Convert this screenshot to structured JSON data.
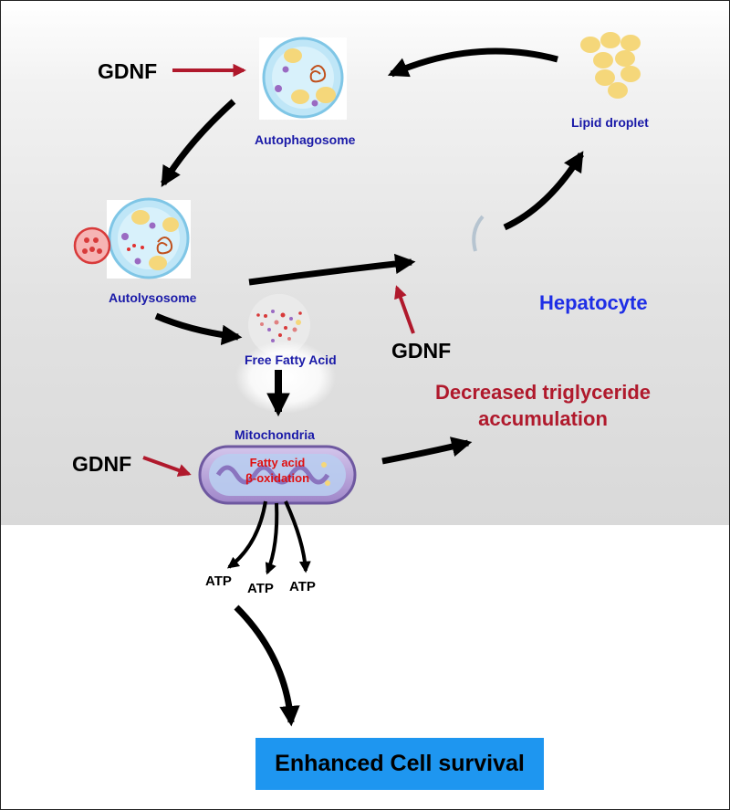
{
  "diagram": {
    "gdnf_autophagosome": "GDNF",
    "gdnf_center": "GDNF",
    "gdnf_mitochondria": "GDNF",
    "autophagosome": "Autophagosome",
    "lipid_droplet": "Lipid droplet",
    "autolysosome": "Autolysosome",
    "free_fatty_acid": "Free Fatty Acid",
    "hepatocyte": "Hepatocyte",
    "mitochondria": "Mitochondria",
    "fatty_acid_line1": "Fatty acid",
    "fatty_acid_line2": "β-oxidation",
    "decreased_line1": "Decreased triglyceride",
    "decreased_line2": "accumulation",
    "atp_1": "ATP",
    "atp_2": "ATP",
    "atp_3": "ATP",
    "outcome": "Enhanced Cell survival"
  },
  "colors": {
    "cell_background": "#d9d9d9",
    "gdnf_arrow": "#b0192c",
    "pathway_arrow": "#000000",
    "organelle_label": "#1a1aa8",
    "hepatocyte_label": "#1e2ee6",
    "decreased_label": "#b0192c",
    "beta_oxidation_label": "#e01010",
    "outcome_box": "#1e96f0",
    "lipid": "#f5d77a",
    "vesicle": "#bfe6f7",
    "mitochondria": "#b7a3d8"
  }
}
